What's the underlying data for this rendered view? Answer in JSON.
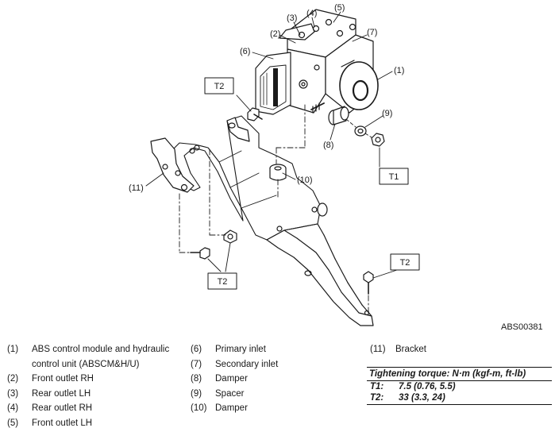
{
  "figure_id": "ABS00381",
  "callouts": [
    "(1)",
    "(2)",
    "(3)",
    "(4)",
    "(5)",
    "(6)",
    "(7)",
    "(8)",
    "(9)",
    "(10)",
    "(11)"
  ],
  "torque_boxes": [
    "T1",
    "T2",
    "T2",
    "T2"
  ],
  "legend": [
    {
      "num": "(1)",
      "text": "ABS control module and hydraulic control unit (ABSCM&H/U)"
    },
    {
      "num": "(2)",
      "text": "Front outlet RH"
    },
    {
      "num": "(3)",
      "text": "Rear outlet LH"
    },
    {
      "num": "(4)",
      "text": "Rear outlet RH"
    },
    {
      "num": "(5)",
      "text": "Front outlet LH"
    },
    {
      "num": "(6)",
      "text": "Primary inlet"
    },
    {
      "num": "(7)",
      "text": "Secondary inlet"
    },
    {
      "num": "(8)",
      "text": "Damper"
    },
    {
      "num": "(9)",
      "text": "Spacer"
    },
    {
      "num": "(10)",
      "text": "Damper"
    },
    {
      "num": "(11)",
      "text": "Bracket"
    }
  ],
  "torque_table": {
    "title": "Tightening torque: N·m (kgf-m, ft-lb)",
    "rows": [
      {
        "key": "T1:",
        "value": "7.5 (0.76, 5.5)"
      },
      {
        "key": "T2:",
        "value": "33 (3.3, 24)"
      }
    ]
  }
}
